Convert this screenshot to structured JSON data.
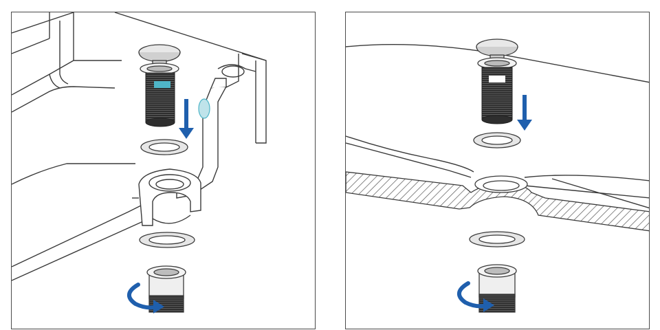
{
  "colors": {
    "arrow_blue": "#1f5fad",
    "accent_teal": "#4fb5c7",
    "line": "#3a3a3a",
    "body_dark": "#333333",
    "hatch": "#555555"
  },
  "panels": [
    {
      "id": "left",
      "parts": [
        "pop-up-cap",
        "threaded-plug-body",
        "upper-seal-ring",
        "overflow-channel",
        "lower-seal-ring",
        "threaded-nut"
      ],
      "arrows": [
        "down-arrow",
        "rotate-arrow"
      ]
    },
    {
      "id": "right",
      "parts": [
        "pop-up-cap",
        "threaded-plug-body",
        "upper-seal-ring",
        "basin-section",
        "lower-seal-ring",
        "threaded-nut"
      ],
      "arrows": [
        "down-arrow",
        "rotate-arrow"
      ]
    }
  ]
}
